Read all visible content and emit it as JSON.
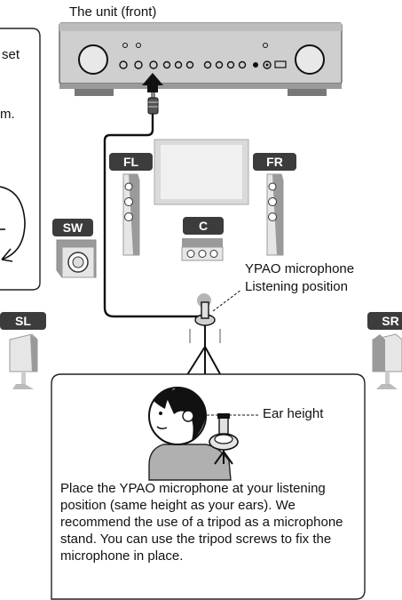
{
  "unit_label": "The unit (front)",
  "tip_fragments": [
    "set",
    "m."
  ],
  "speakers": {
    "fl": "FL",
    "fr": "FR",
    "c": "C",
    "sw": "SW",
    "sl": "SL",
    "sr": "SR"
  },
  "mic_label": {
    "line1": "YPAO microphone",
    "line2": "Listening position"
  },
  "ear_height": "Ear height",
  "note": "Place the YPAO microphone at your listening position (same height as your ears). We recommend the use of a tripod as a microphone stand. You can use the tripod screws to fix the microphone in place.",
  "colors": {
    "badge": "#3c3c3c",
    "speaker_light": "#e6e6e6",
    "speaker_dark": "#9a9a9a",
    "tv": "#dadada"
  }
}
